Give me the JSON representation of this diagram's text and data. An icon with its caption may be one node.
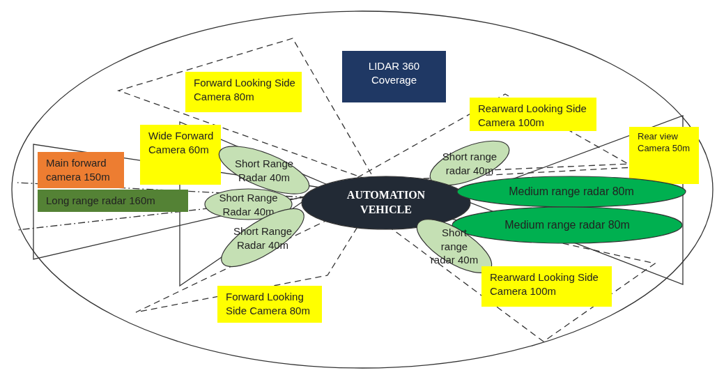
{
  "diagram": {
    "nodes": [
      {
        "text": [
          "LIDAR 360 Coverage"
        ]
      },
      {
        "text": [
          "Forward Looking Side Camera 80m"
        ]
      },
      {
        "text": [
          "Rearward Looking Side Camera 100m"
        ]
      },
      {
        "text": [
          "Wide Forward Camera 60m"
        ]
      },
      {
        "text": [
          "Rear view Camera 50m"
        ]
      },
      {
        "text": [
          "Main forward camera 150m"
        ]
      },
      {
        "text": [
          "Short Range Radar 40m"
        ]
      },
      {
        "text": [
          "Short range radar 40m"
        ]
      },
      {
        "text": [
          "AUTOMATION VEHICLE"
        ]
      },
      {
        "text": [
          "Medium range radar 80m"
        ]
      },
      {
        "text": [
          "Long range radar 160m"
        ]
      },
      {
        "text": [
          "Short Range Radar 40m"
        ]
      },
      {
        "text": [
          "Medium range radar 80m"
        ]
      },
      {
        "text": [
          "Short Range Radar 40m"
        ]
      },
      {
        "text": [
          "Short range radar 40m"
        ]
      },
      {
        "text": [
          "Rearward Looking Side Camera 100m"
        ]
      },
      {
        "text": [
          "Forward Looking Side Camera 80m"
        ]
      }
    ],
    "edges": []
  }
}
